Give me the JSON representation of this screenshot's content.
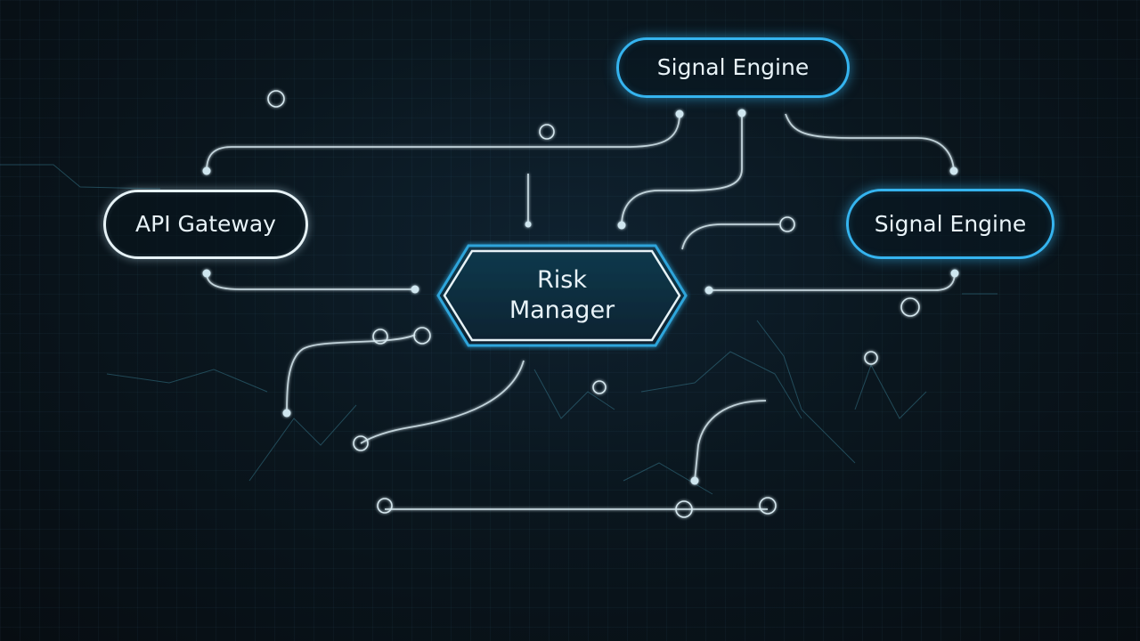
{
  "nodes": {
    "signal_engine_top": "Signal Engine",
    "api_gateway": "API Gateway",
    "signal_engine_right": "Signal Engine",
    "risk_manager": "Risk\nManager"
  },
  "colors": {
    "accent_blue": "#35b4ef",
    "node_white": "#e6f2f6",
    "background": "#0a1218"
  }
}
